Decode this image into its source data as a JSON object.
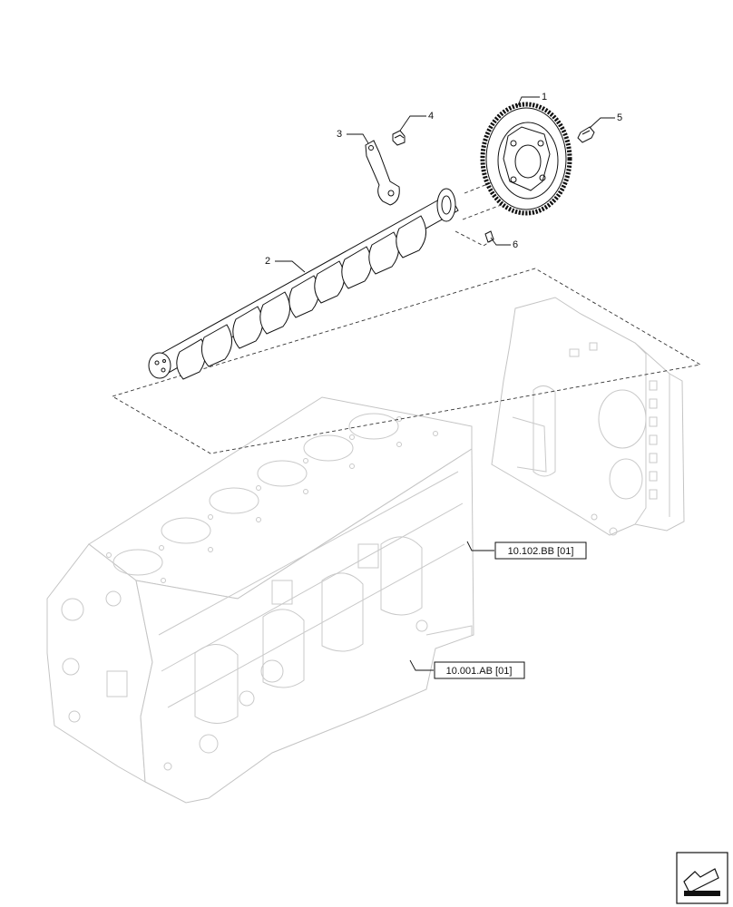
{
  "diagram": {
    "callouts": [
      {
        "id": "1",
        "label": "1"
      },
      {
        "id": "2",
        "label": "2"
      },
      {
        "id": "3",
        "label": "3"
      },
      {
        "id": "4",
        "label": "4"
      },
      {
        "id": "5",
        "label": "5"
      },
      {
        "id": "6",
        "label": "6"
      }
    ],
    "references": [
      {
        "id": "gear-cover",
        "label": "10.102.BB [01]"
      },
      {
        "id": "engine-block",
        "label": "10.001.AB [01]"
      }
    ],
    "icons": {
      "corner": "navigation-arrow-icon"
    }
  }
}
